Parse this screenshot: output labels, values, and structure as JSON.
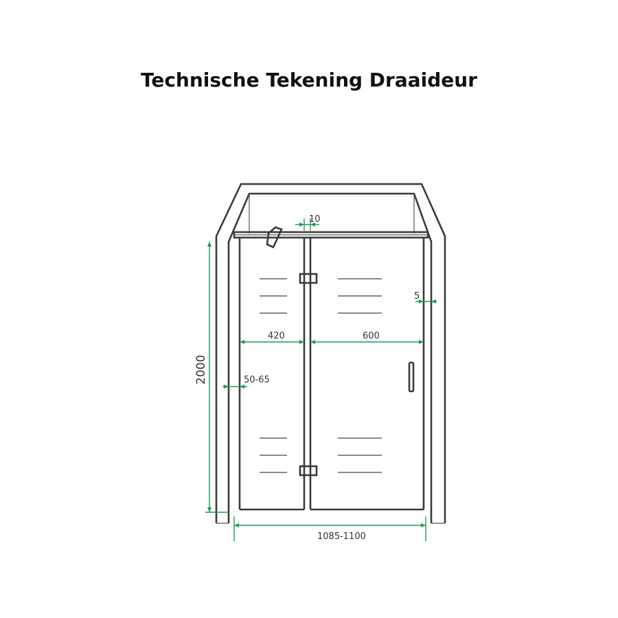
{
  "title": "Technische Tekening Draaideur",
  "dimensions": {
    "hinge_gap": "10",
    "wall_gap": "5",
    "fixed_panel_width": "420",
    "door_width": "600",
    "height": "2000",
    "adjustment_range": "50-65",
    "total_width": "1085-1100"
  },
  "colors": {
    "frame": "#3a3a3a",
    "dimension_lines": "#1f9a55",
    "text": "#111111"
  }
}
